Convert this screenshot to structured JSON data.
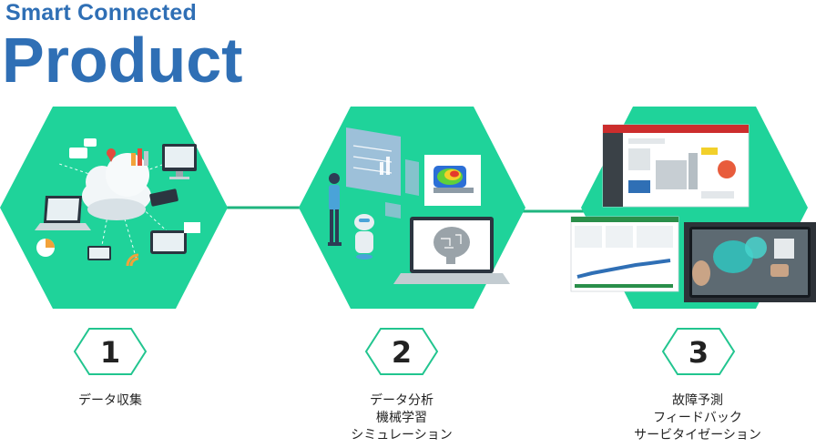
{
  "header": {
    "subtitle": "Smart Connected",
    "title": "Product"
  },
  "colors": {
    "brand_blue": "#2f6fb5",
    "hex_green": "#1fd39a",
    "badge_border": "#22c58f",
    "connector": "#1fb57f"
  },
  "steps": [
    {
      "number": "1",
      "lines": [
        "データ収集"
      ]
    },
    {
      "number": "2",
      "lines": [
        "データ分析",
        "機械学習",
        "シミュレーション"
      ]
    },
    {
      "number": "3",
      "lines": [
        "故障予測",
        "フィードバック",
        "サービタイゼーション"
      ]
    }
  ]
}
